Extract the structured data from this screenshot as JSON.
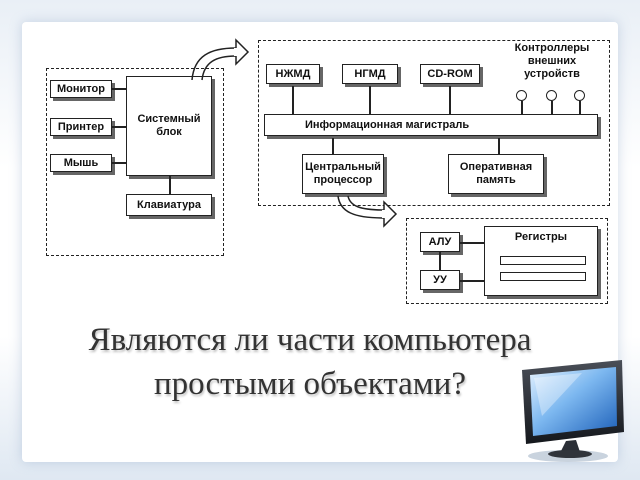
{
  "diagram": {
    "left_group": {
      "monitor": "Монитор",
      "printer": "Принтер",
      "mouse": "Мышь",
      "system_unit": "Системный блок",
      "keyboard": "Клавиатура"
    },
    "right_group": {
      "hdd": "НЖМД",
      "fdd": "НГМД",
      "cdrom": "CD-ROM",
      "controllers": "Контроллеры внешних устройств",
      "bus": "Информационная магистраль",
      "cpu": "Центральный процессор",
      "ram": "Оперативная память"
    },
    "cpu_group": {
      "alu": "АЛУ",
      "cu": "УУ",
      "registers": "Регистры"
    }
  },
  "slide": {
    "title_line1": "Являются ли части компьютера",
    "title_line2": "простыми объектами?"
  },
  "images": [
    "computer-monitor-icon"
  ]
}
